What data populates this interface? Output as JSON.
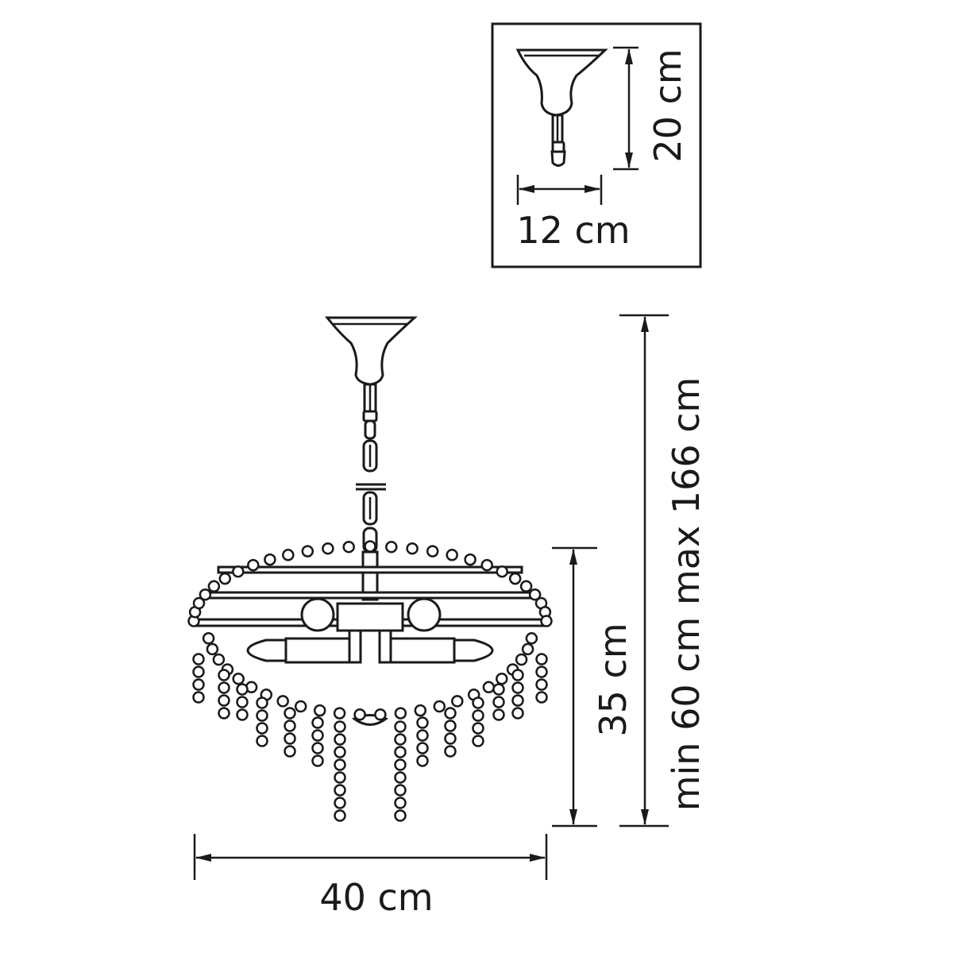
{
  "inset": {
    "height_label": "20 cm",
    "width_label": "12 cm"
  },
  "main": {
    "total_height_label": "min 60 cm max 166 cm",
    "body_height_label": "35 cm",
    "width_label": "40 cm"
  },
  "colors": {
    "line": "#1a1a1a",
    "background": "#ffffff"
  }
}
